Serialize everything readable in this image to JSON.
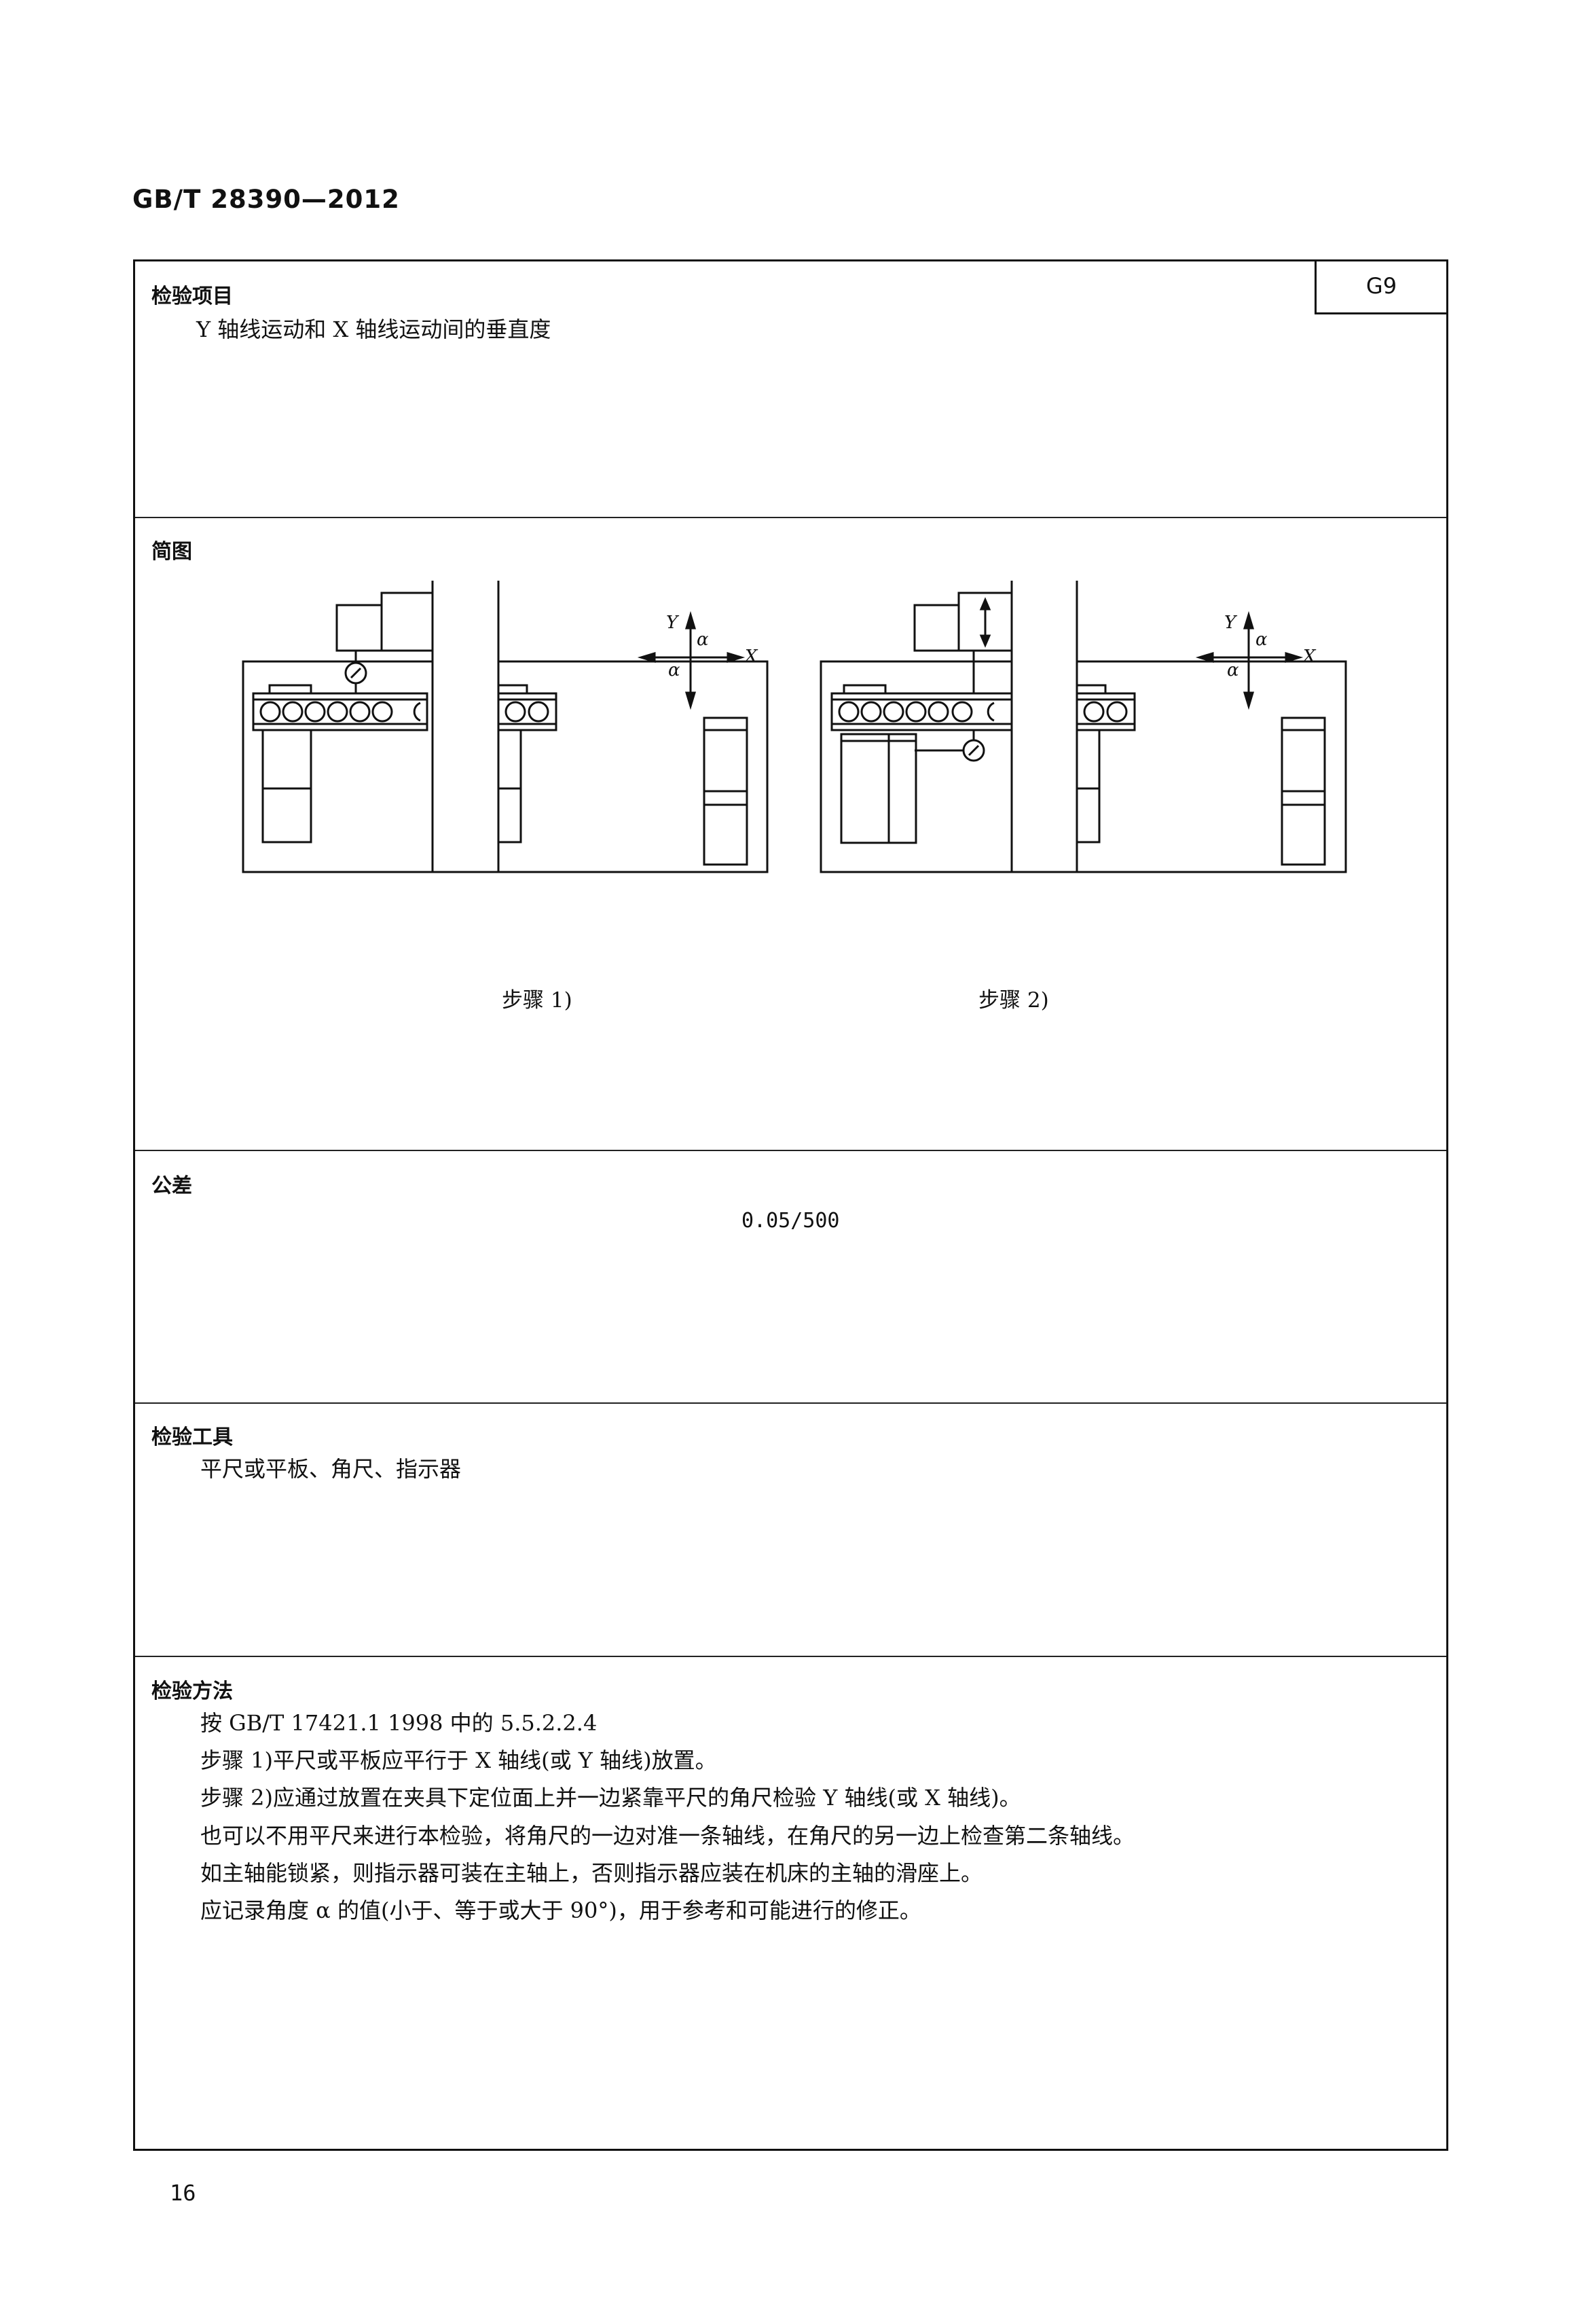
{
  "header": {
    "standard_no": "GB/T 28390—2012"
  },
  "item": {
    "code": "G9",
    "check_item_heading": "检验项目",
    "check_item_text": "Y 轴线运动和 X 轴线运动间的垂直度",
    "sketch_heading": "简图",
    "step1_caption": "步骤 1)",
    "step2_caption": "步骤 2)",
    "axis_labels": {
      "y": "Y",
      "x": "X",
      "alpha": "α"
    },
    "tolerance_heading": "公差",
    "tolerance_value": "0.05/500",
    "tools_heading": "检验工具",
    "tools_text": "平尺或平板、角尺、指示器",
    "method_heading": "检验方法",
    "method_lines": [
      "按 GB/T 17421.1  1998 中的 5.5.2.2.4",
      "步骤 1)平尺或平板应平行于 X 轴线(或 Y 轴线)放置。",
      "步骤 2)应通过放置在夹具下定位面上并一边紧靠平尺的角尺检验 Y 轴线(或 X 轴线)。",
      "也可以不用平尺来进行本检验，将角尺的一边对准一条轴线，在角尺的另一边上检查第二条轴线。",
      "如主轴能锁紧，则指示器可装在主轴上，否则指示器应装在机床的主轴的滑座上。",
      "应记录角度 α 的值(小于、等于或大于 90°)，用于参考和可能进行的修正。"
    ]
  },
  "footer": {
    "page_number": "16"
  }
}
